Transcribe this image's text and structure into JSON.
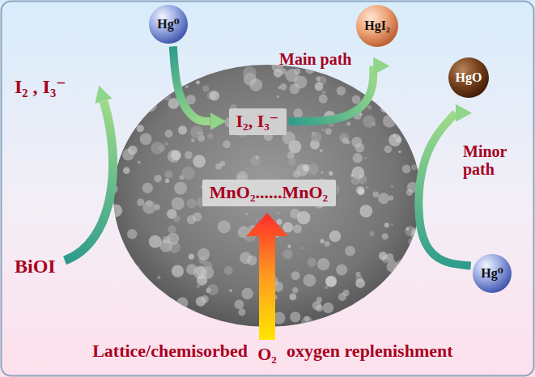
{
  "diagram": {
    "nodes": [
      {
        "text": [
          "Hg⁰"
        ]
      },
      {
        "text": [
          "HgI₂"
        ]
      },
      {
        "text": [
          "HgO"
        ]
      },
      {
        "text": [
          "I₂, I₃⁻"
        ]
      },
      {
        "text": [
          "MnO₂......MnO₂"
        ]
      },
      {
        "text": [
          "Hg⁰"
        ]
      }
    ],
    "edges": [
      {
        "from": 0,
        "to": 3,
        "arrow": "to"
      },
      {
        "from": 3,
        "to": 1,
        "arrow": "to"
      },
      {
        "from": 5,
        "to": 2,
        "arrow": "to"
      }
    ],
    "labels": [
      "I₂ , I₃⁻",
      "Main path",
      "Minor path",
      "BiOI",
      "Lattice/chemisorbed",
      "O₂",
      "oxygen replenishment"
    ]
  }
}
